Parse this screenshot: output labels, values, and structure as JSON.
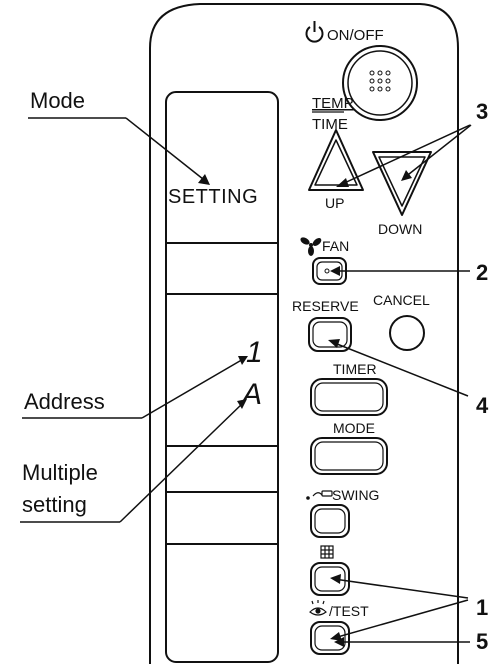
{
  "callouts": {
    "mode": "Mode",
    "address": "Address",
    "multiple_setting_line1": "Multiple",
    "multiple_setting_line2": "setting",
    "num_1": "1",
    "num_2": "2",
    "num_3": "3",
    "num_4": "4",
    "num_5": "5"
  },
  "display": {
    "mode_text": "SETTING",
    "address_digit": "1",
    "multiple_digit": "A"
  },
  "buttons": {
    "on_off": "ON/OFF",
    "temp": "TEMP",
    "time": "TIME",
    "up": "UP",
    "down": "DOWN",
    "fan": "FAN",
    "reserve": "RESERVE",
    "cancel": "CANCEL",
    "timer": "TIMER",
    "mode": "MODE",
    "swing": "SWING",
    "test": "/TEST"
  }
}
